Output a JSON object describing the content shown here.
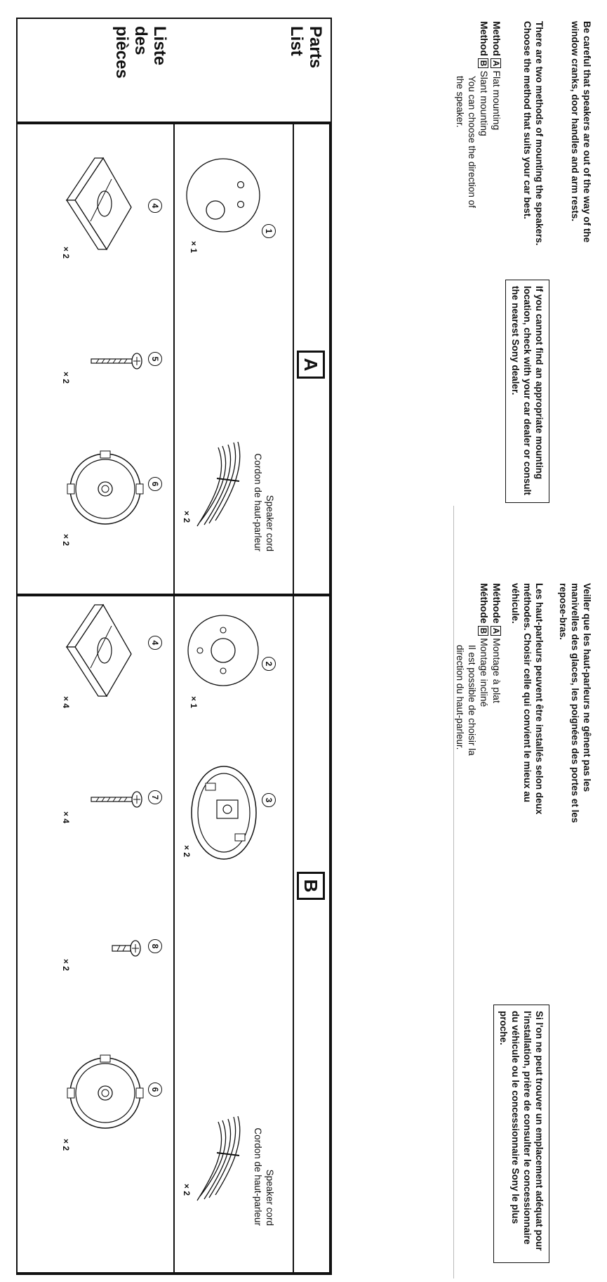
{
  "english": {
    "paragraph1": "Be careful that speakers are out of the way of the window cranks, door handles and arm rests.",
    "paragraph2": "There are two methods of mounting the speakers. Choose the method that suits your car best.",
    "method_label": "Method",
    "method_a_letter": "A",
    "method_a_text": "Flat mounting",
    "method_b_letter": "B",
    "method_b_text": "Slant mounting",
    "method_b_note": "You can choose the direction of the speaker.",
    "note_box": "If you cannot find an appropriate mounting location, check with your car dealer or consult the nearest Sony dealer."
  },
  "french": {
    "paragraph1": "Veiller que les haut-parleurs ne gênent pas les manivelles des glaces, les poignées des portes et les repose-bras.",
    "paragraph2": "Les haut-parleurs peuvent être installés selon deux méthodes. Choisir celle qui convient le mieux au véhicule.",
    "method_label": "Méthode",
    "method_a_letter": "A",
    "method_a_text": "Montage à plat",
    "method_b_letter": "B",
    "method_b_text": "Montage incliné",
    "method_b_note": "Il est possible de choisir la direction du haut-parleur.",
    "note_box": "Si l'on ne peut trouver un emplacement adéquat pour l'installation, prière de consulter le concessionnaire du véhicule ou le concessionnaire Sony le plus proche."
  },
  "parts_table": {
    "header_en": "Parts\nList",
    "header_fr": "Liste\ndes\npièces",
    "section_a": {
      "letter": "A",
      "cord_label_en": "Speaker cord",
      "cord_label_fr": "Cordon de haut-parleur",
      "items": [
        {
          "num": "1",
          "qty": "× 1"
        },
        {
          "num": "4",
          "qty": "× 2"
        },
        {
          "num": "5",
          "qty": "× 2"
        },
        {
          "num": "6",
          "qty": "× 2"
        },
        {
          "num": "",
          "qty": "× 2"
        }
      ]
    },
    "section_b": {
      "letter": "B",
      "cord_label_en": "Speaker cord",
      "cord_label_fr": "Cordon de haut-parleur",
      "items": [
        {
          "num": "2",
          "qty": "× 1"
        },
        {
          "num": "3",
          "qty": "× 2"
        },
        {
          "num": "4",
          "qty": "× 4"
        },
        {
          "num": "7",
          "qty": "× 4"
        },
        {
          "num": "8",
          "qty": "× 2"
        },
        {
          "num": "6",
          "qty": "× 2"
        },
        {
          "num": "",
          "qty": "× 2"
        }
      ]
    }
  }
}
